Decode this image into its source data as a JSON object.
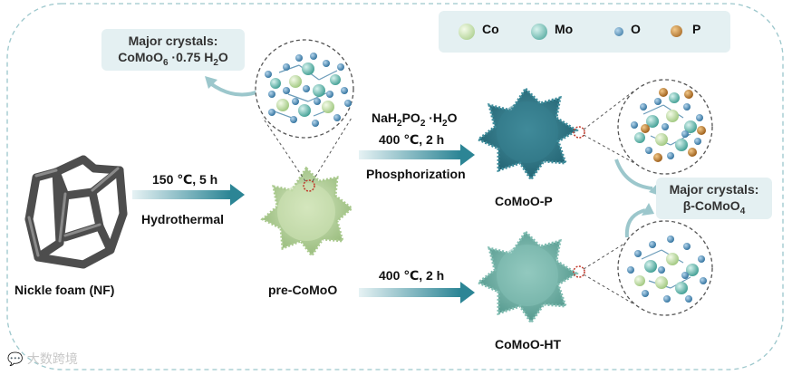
{
  "legend": {
    "co": "Co",
    "mo": "Mo",
    "o": "O",
    "p": "P"
  },
  "colors": {
    "co": "#cde5b4",
    "mo": "#7fc7bd",
    "o": "#4f8bb3",
    "p": "#c07a2a",
    "arrow": "#2c8595",
    "frame": "#9cc7cc",
    "box_bg": "#e4f0f2",
    "pre": "#b9d59a",
    "comoo_p": "#2f7a8a",
    "comoo_ht": "#6fb3a8",
    "foam": "#505050"
  },
  "nodes": {
    "nf": "Nickle foam (NF)",
    "pre": "pre-CoMoO",
    "p": "CoMoO-P",
    "ht": "CoMoO-HT"
  },
  "steps": {
    "hydro_cond": "150 ℃, 5 h",
    "hydro_name": "Hydrothermal",
    "phos_reagent_a": "NaH",
    "phos_reagent_b": "2",
    "phos_reagent_c": "PO",
    "phos_reagent_d": "2",
    "phos_reagent_e": " ·H",
    "phos_reagent_f": "2",
    "phos_reagent_g": "O",
    "phos_cond": "400 ℃, 2 h",
    "phos_name": "Phosphorization",
    "ht_cond": "400 ℃, 2 h"
  },
  "crystal_top": {
    "title": "Major crystals:",
    "f1": "CoMoO",
    "f2": "6",
    "f3": " ·0.75 H",
    "f4": "2",
    "f5": "O"
  },
  "crystal_right": {
    "title": "Major crystals:",
    "f1": "β-CoMoO",
    "f2": "4"
  },
  "watermark": "大数跨境"
}
